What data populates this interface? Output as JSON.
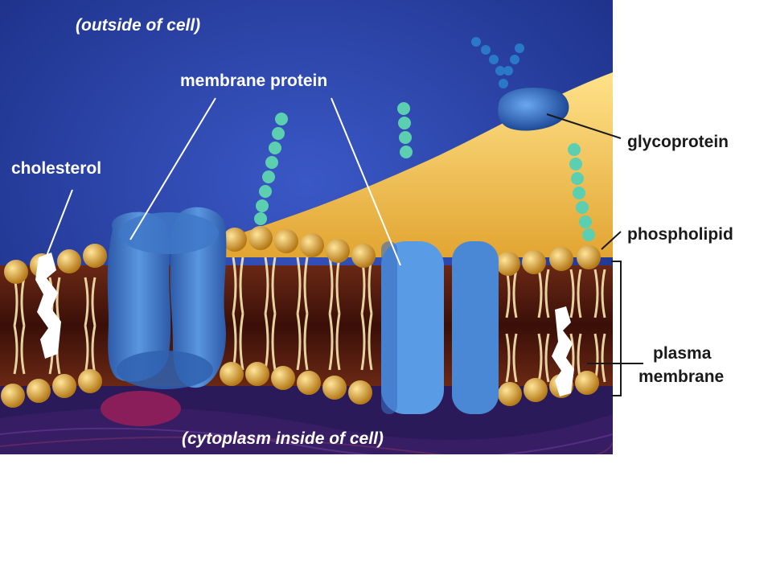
{
  "labels": {
    "outside": "(outside of cell)",
    "membrane_protein": "membrane protein",
    "cholesterol": "cholesterol",
    "glycoprotein": "glycoprotein",
    "phospholipid": "phospholipid",
    "plasma_line1": "plasma",
    "plasma_line2": "membrane",
    "inside": "(cytoplasm inside of cell)"
  },
  "colors": {
    "outside_bg": "#2a43a8",
    "cytoplasm": "#3a1f5a",
    "membrane_core": "#4a1a10",
    "lipid_head": "#d8a030",
    "yellow_layer": "#f2c64a",
    "protein": "#3f78c8",
    "carbohydrate": "#5ccfb0",
    "cholesterol": "#ffffff"
  }
}
